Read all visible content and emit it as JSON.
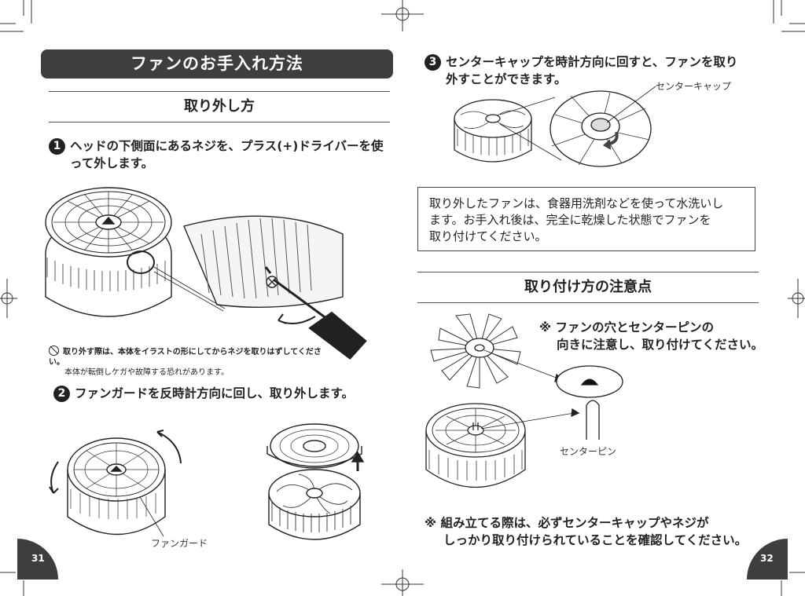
{
  "left_page": {
    "banner_title": "ファンのお手入れ方法",
    "section_title": "取り外し方",
    "step1": {
      "num": "1",
      "text_line1": "ヘッドの下側面にあるネジを、プラス(+)ドライバーを使",
      "text_line2": "って外します。"
    },
    "caution": {
      "line1": "取り外す際は、本体をイラストの形にしてからネジを取りはずしてください。",
      "line2": "本体が転倒しケガや故障する恐れがあります。",
      "icon": "prohibited-icon"
    },
    "step2": {
      "num": "2",
      "text": "ファンガードを反時計方向に回し、取り外します。"
    },
    "fan_guard_label": "ファンガード",
    "page_number": "31"
  },
  "right_page": {
    "step3": {
      "num": "3",
      "text_line1": "センターキャップを時計方向に回すと、ファンを取り",
      "text_line2": "外すことができます。"
    },
    "center_cap_label": "センターキャップ",
    "wash_box": {
      "line1": "取り外したファンは、食器用洗剤などを使って水洗いし",
      "line2": "ます。お手入れ後は、完全に乾燥した状態でファンを",
      "line3": "取り付けてください。"
    },
    "section_title": "取り付け方の注意点",
    "pin_note": {
      "line1": "※ ファンの穴とセンターピンの",
      "line2": "向きに注意し、取り付けてください。"
    },
    "center_pin_label": "センターピン",
    "final_note": {
      "line1": "※  組み立てる際は、必ずセンターキャップやネジが",
      "line2": "しっかり取り付けられていることを確認してください。"
    },
    "page_number": "32"
  },
  "colors": {
    "banner_bg": "#3e3e3e",
    "ink": "#222222",
    "page_tab": "#3e3e3e"
  }
}
